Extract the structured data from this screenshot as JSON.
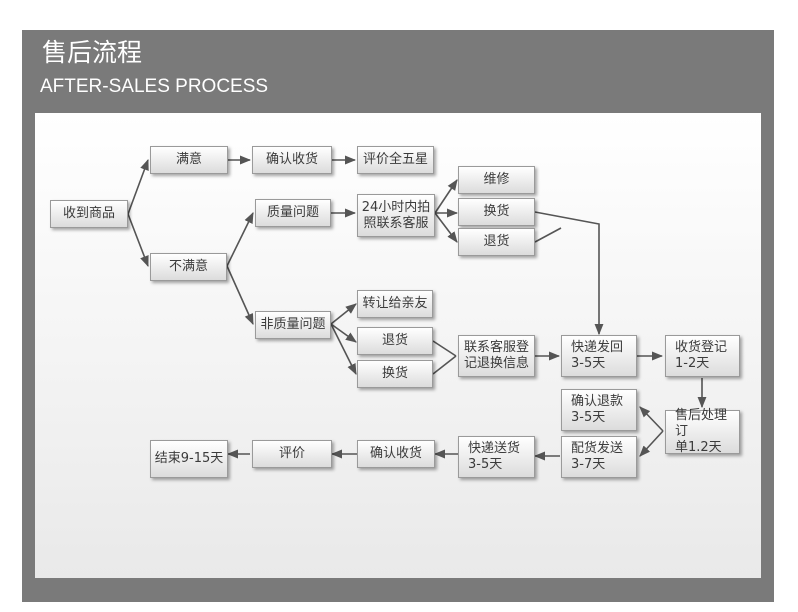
{
  "header": {
    "title_cn": "售后流程",
    "title_en": "AFTER-SALES PROCESS"
  },
  "colors": {
    "frame": "#7a7a7a",
    "line": "#555555",
    "box_top": "#ffffff",
    "box_bottom": "#dcdcdc"
  },
  "nodes": [
    {
      "id": "n1",
      "label": "收到商品"
    },
    {
      "id": "n2",
      "label": "满意"
    },
    {
      "id": "n3",
      "label": "确认收货"
    },
    {
      "id": "n4",
      "label": "评价全五星"
    },
    {
      "id": "n5",
      "label": "不满意"
    },
    {
      "id": "n6",
      "label": "质量问题"
    },
    {
      "id": "n7",
      "label": "24小时内拍\n照联系客服"
    },
    {
      "id": "n8",
      "label": "维修"
    },
    {
      "id": "n9",
      "label": "换货"
    },
    {
      "id": "n10",
      "label": "退货"
    },
    {
      "id": "n11",
      "label": "非质量问题"
    },
    {
      "id": "n12",
      "label": "转让给亲友"
    },
    {
      "id": "n13",
      "label": "退货"
    },
    {
      "id": "n14",
      "label": "换货"
    },
    {
      "id": "n15",
      "label": "联系客服登\n记退换信息"
    },
    {
      "id": "n16",
      "label": "快递发回\n3-5天"
    },
    {
      "id": "n17",
      "label": "收货登记\n1-2天"
    },
    {
      "id": "n18",
      "label": "确认退款\n3-5天"
    },
    {
      "id": "n19",
      "label": "售后处理订\n单1.2天"
    },
    {
      "id": "n20",
      "label": "配货发送\n3-7天"
    },
    {
      "id": "n21",
      "label": "快递送货\n3-5天"
    },
    {
      "id": "n22",
      "label": "确认收货"
    },
    {
      "id": "n23",
      "label": "评价"
    },
    {
      "id": "n24",
      "label": "结束9-15天"
    }
  ]
}
